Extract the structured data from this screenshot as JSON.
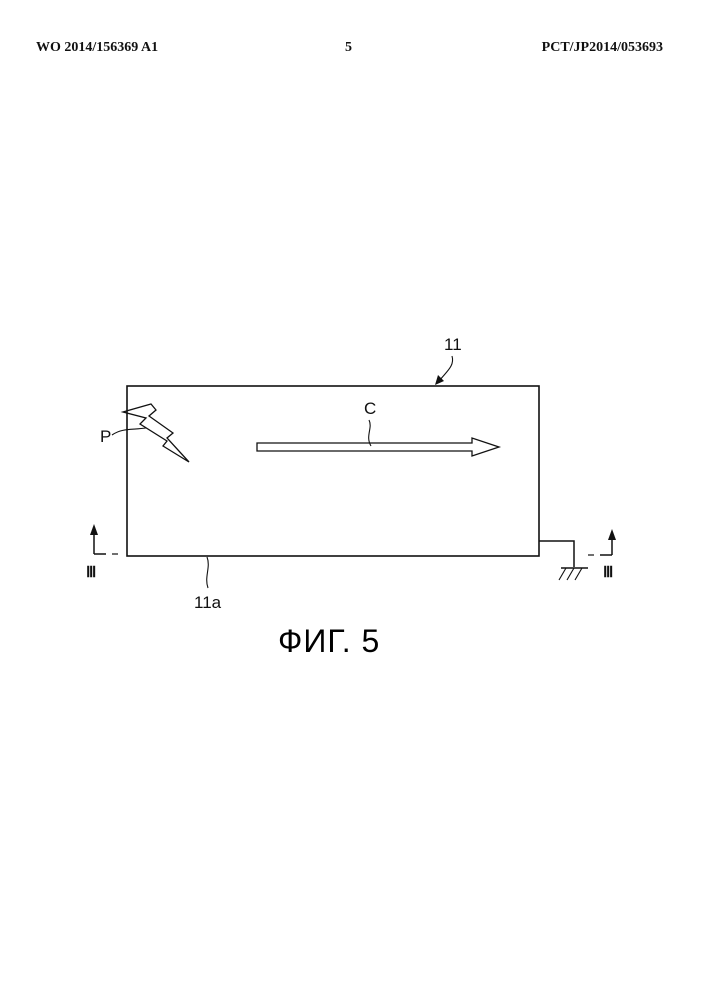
{
  "header": {
    "publication_number": "WO 2014/156369 A1",
    "page_number": "5",
    "application_number": "PCT/JP2014/053693"
  },
  "figure": {
    "labels": {
      "element_11": "11",
      "element_11a": "11a",
      "current": "C",
      "point": "P",
      "section_left": "Ⅲ",
      "section_right": "Ⅲ"
    },
    "caption": "ФИГ. 5"
  }
}
